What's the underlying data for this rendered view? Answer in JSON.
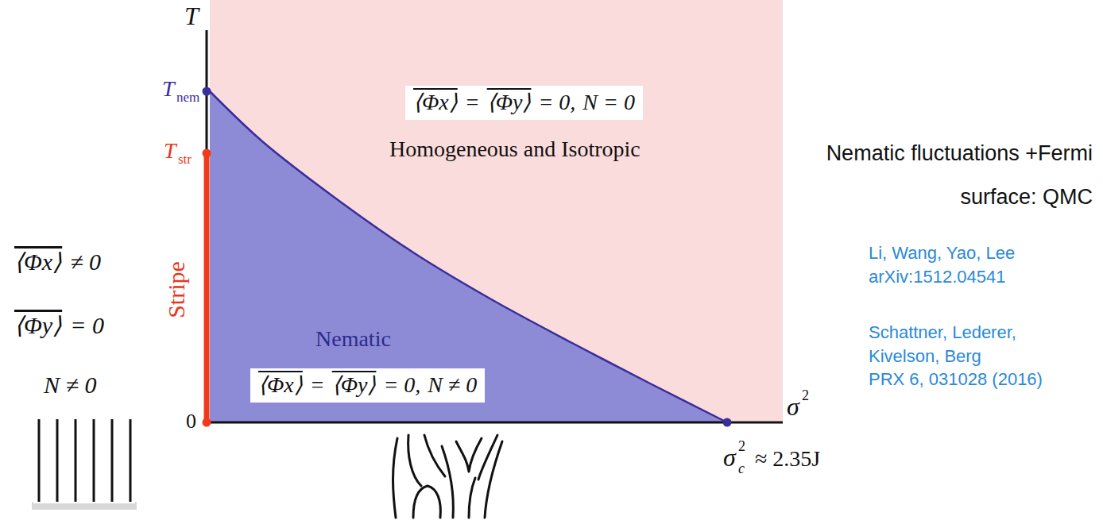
{
  "diagram": {
    "nodes": [
      {
        "text": [
          "Homogeneous and Isotropic"
        ]
      },
      {
        "text": [
          "⟨Φx⟩",
          "=",
          "⟨Φy⟩",
          "= 0,",
          "N = 0"
        ],
        "in": 0
      },
      {
        "text": [
          "Nematic"
        ],
        "in": 0
      },
      {
        "text": [
          "⟨Φx⟩",
          "=",
          "⟨Φy⟩",
          "= 0,",
          "N ≠ 0"
        ],
        "in": 2
      }
    ],
    "labels": [
      "T",
      "T",
      "nem",
      "T",
      "str",
      "0",
      "Stripe",
      "⟨Φx⟩",
      "≠ 0",
      "⟨Φy⟩",
      "= 0",
      "N ≠ 0",
      "σ",
      "2",
      "σ",
      "2",
      "c",
      "≈ 2.35J",
      "Nematic fluctuations +Fermi surface: QMC",
      "Li, Wang, Yao, Lee",
      "arXiv:1512.04541",
      "Schattner, Lederer, Kivelson, Berg",
      "PRX 6, 031028 (2016)"
    ]
  }
}
